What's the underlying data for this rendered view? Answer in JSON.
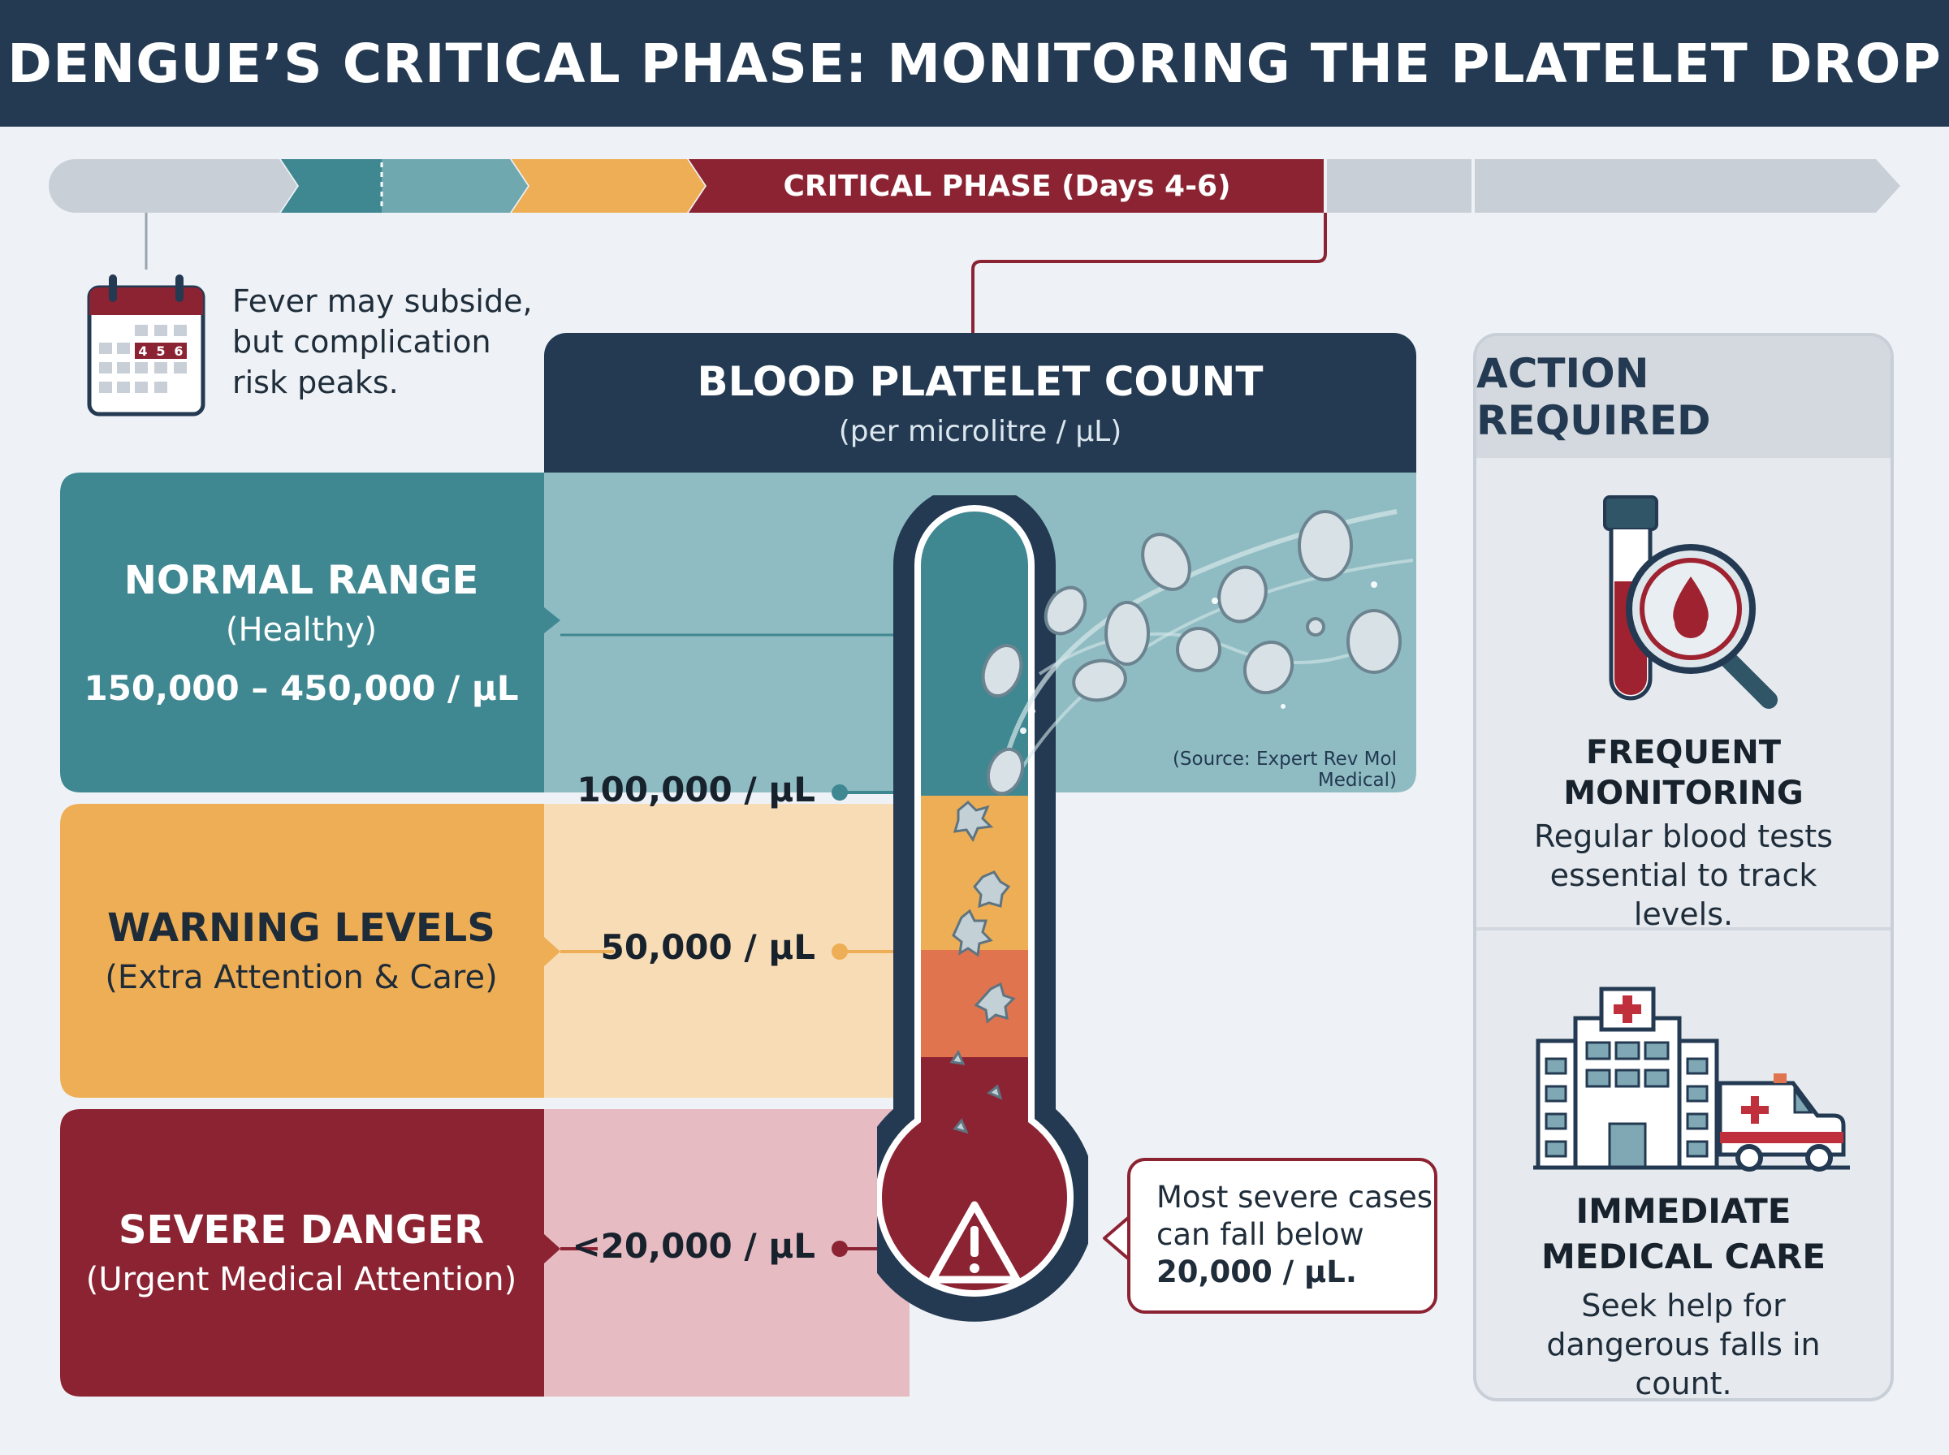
{
  "header": {
    "title": "DENGUE’S CRITICAL PHASE: MONITORING THE PLATELET DROP"
  },
  "timeline": {
    "critical_label": "CRITICAL PHASE (Days 4-6)"
  },
  "calendar": {
    "days": [
      "4",
      "5",
      "6"
    ],
    "note": "Fever may subside, but complication risk peaks."
  },
  "count_panel": {
    "title": "BLOOD PLATELET COUNT",
    "subtitle": "(per microlitre / µL)",
    "source": "(Source: Expert Rev Mol Medical)"
  },
  "bands": {
    "normal": {
      "title": "NORMAL RANGE",
      "sub": "(Healthy)",
      "range": "150,000 – 450,000 / µL"
    },
    "warning": {
      "title": "WARNING LEVELS",
      "sub": "(Extra Attention & Care)"
    },
    "danger": {
      "title": "SEVERE DANGER",
      "sub": "(Urgent Medical Attention)"
    }
  },
  "levels": {
    "l100": "100,000 / µL",
    "l50": "50,000 / µL",
    "l20": "<20,000 / µL"
  },
  "callout": {
    "text": "Most severe cases can fall below",
    "bold": "20,000 / µL."
  },
  "action": {
    "title": "ACTION REQUIRED",
    "monitor_title": "FREQUENT MONITORING",
    "monitor_text": "Regular blood tests essential to track levels.",
    "care_title": "IMMEDIATE MEDICAL CARE",
    "care_text": "Seek help for dangerous falls in count."
  },
  "colors": {
    "navy": "#233a52",
    "teal": "#3f8791",
    "teal_light": "#8fbcc2",
    "amber": "#eeae55",
    "amber_light": "#f8dcb5",
    "orange": "#e0744f",
    "crimson": "#8c2332",
    "pink_light": "#e6bcc2",
    "gray": "#c9cfd6"
  },
  "icons": [
    "calendar-icon",
    "test-tube-magnifier-icon",
    "hospital-icon",
    "ambulance-icon",
    "warning-icon",
    "platelet-icon"
  ]
}
